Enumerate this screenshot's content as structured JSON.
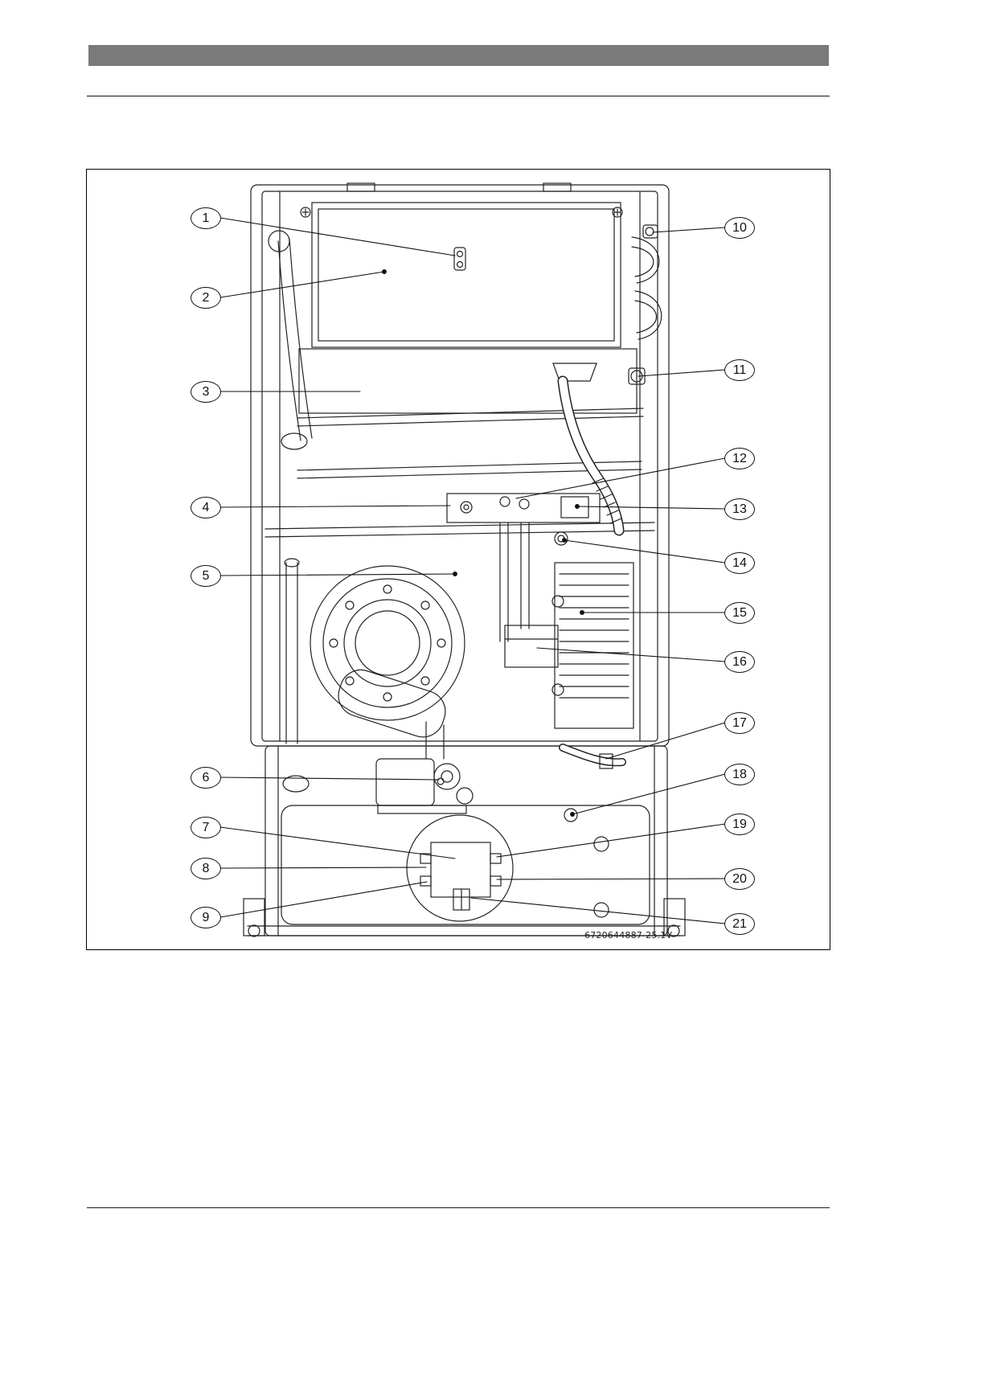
{
  "figure": {
    "code": "6720644887-25.1V",
    "callouts_left": [
      "1",
      "2",
      "3",
      "4",
      "5",
      "6",
      "7",
      "8",
      "9"
    ],
    "callouts_right": [
      "10",
      "11",
      "12",
      "13",
      "14",
      "15",
      "16",
      "17",
      "18",
      "19",
      "20",
      "21"
    ]
  },
  "colors": {
    "header_bar": "#7a7a7a",
    "line": "#222222"
  }
}
